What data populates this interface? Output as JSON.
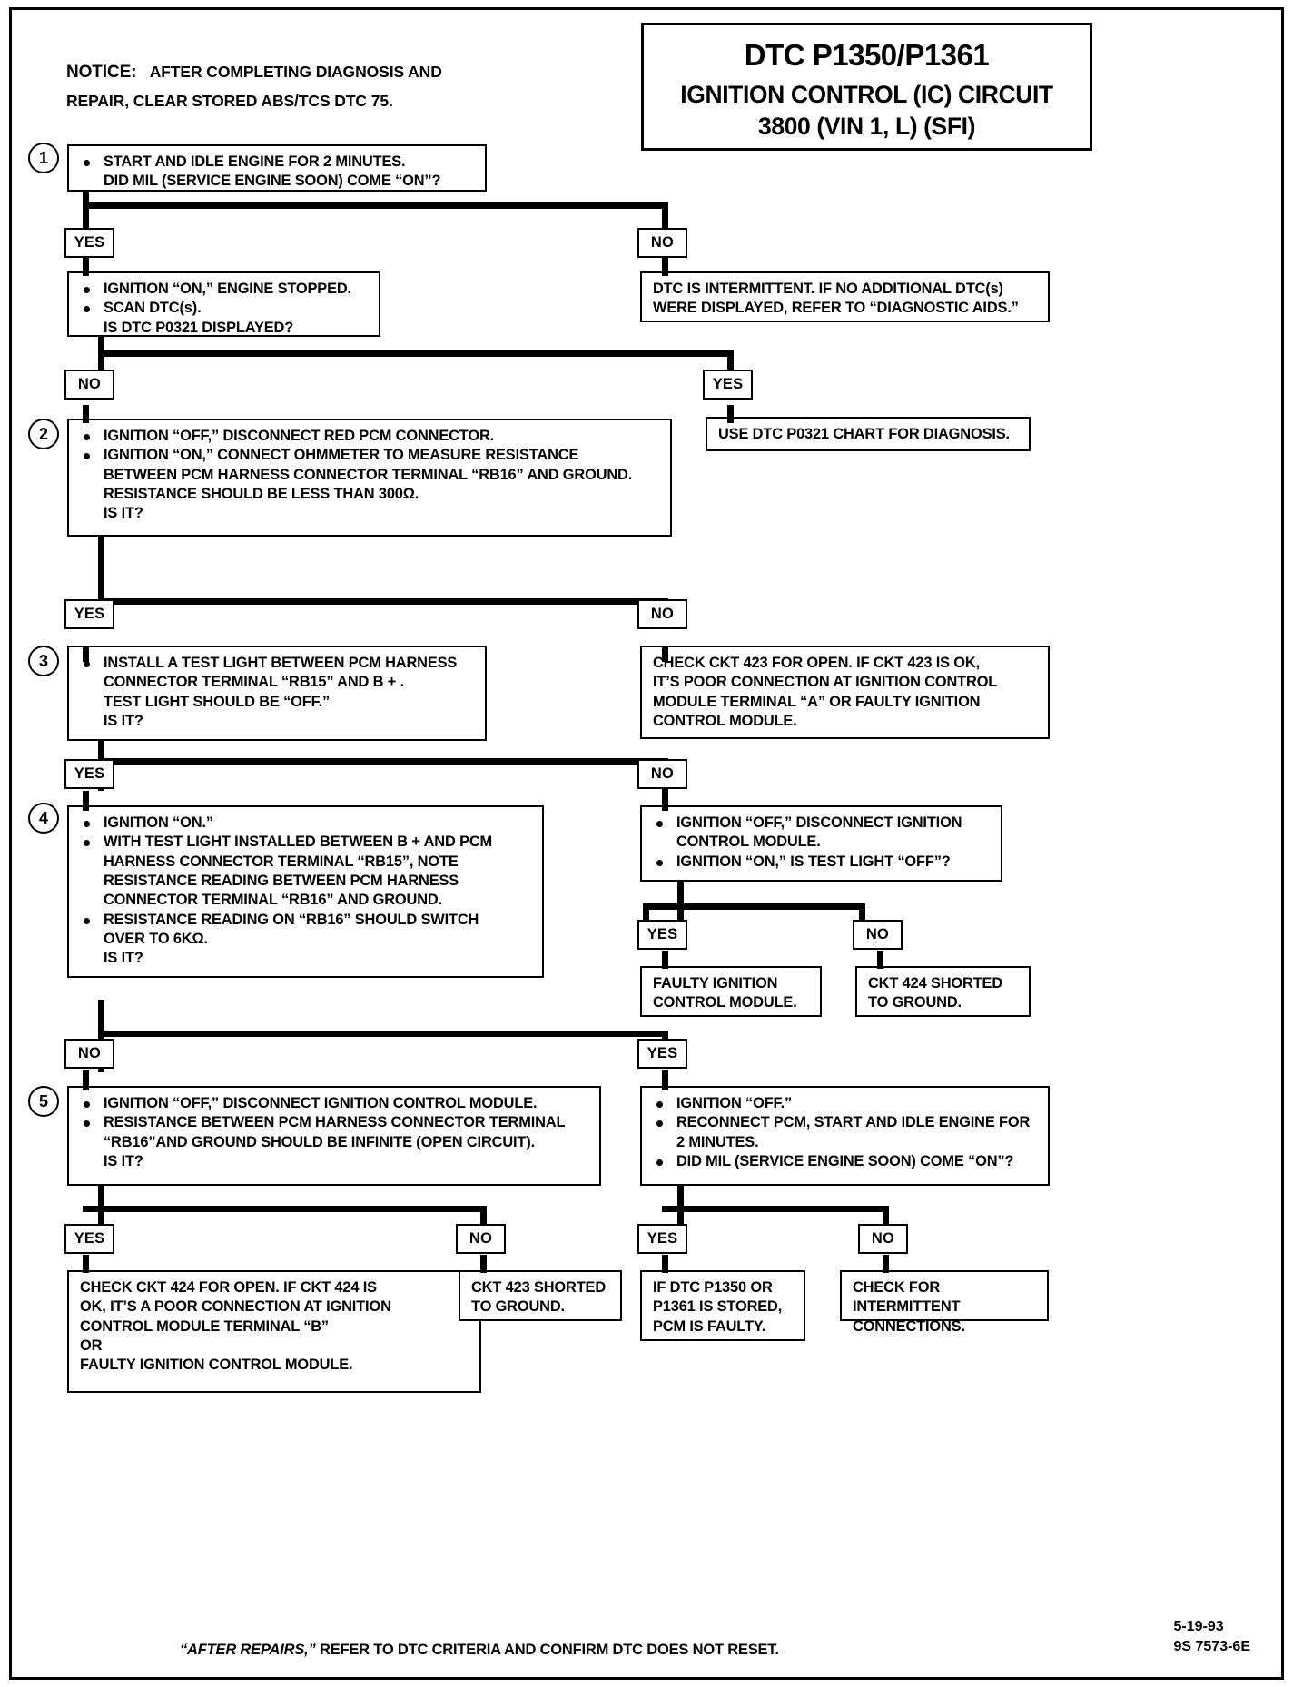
{
  "header": {
    "notice_label": "NOTICE:",
    "notice_line1": "AFTER COMPLETING DIAGNOSIS AND",
    "notice_line2": "REPAIR, CLEAR STORED ABS/TCS DTC 75.",
    "title_line1": "DTC P1350/P1361",
    "title_line2": "IGNITION CONTROL (IC) CIRCUIT",
    "title_line3": "3800  (VIN 1, L)  (SFI)"
  },
  "labels": {
    "yes": "YES",
    "no": "NO"
  },
  "steps": {
    "s1": {
      "num": "1",
      "l1": "START AND IDLE ENGINE FOR 2 MINUTES.",
      "l2": "DID MIL (SERVICE ENGINE SOON) COME “ON”?"
    },
    "s1yes": {
      "l1": "IGNITION “ON,” ENGINE STOPPED.",
      "l2": "SCAN DTC(s).",
      "l3": "IS DTC P0321 DISPLAYED?"
    },
    "s1no": {
      "l1": "DTC IS INTERMITTENT.  IF NO ADDITIONAL DTC(s)",
      "l2": "WERE DISPLAYED, REFER TO “DIAGNOSTIC AIDS.”"
    },
    "p0321": {
      "l1": "USE DTC P0321 CHART FOR DIAGNOSIS."
    },
    "s2": {
      "num": "2",
      "l1": "IGNITION “OFF,” DISCONNECT RED PCM CONNECTOR.",
      "l2": "IGNITION “ON,” CONNECT OHMMETER TO MEASURE RESISTANCE",
      "l3": "BETWEEN PCM HARNESS CONNECTOR TERMINAL “RB16” AND GROUND.",
      "l4": "RESISTANCE SHOULD BE LESS THAN 300Ω.",
      "l5": "IS IT?"
    },
    "s2no": {
      "l1": "CHECK CKT 423 FOR OPEN.  IF CKT 423 IS OK,",
      "l2": "IT’S POOR CONNECTION AT IGNITION CONTROL",
      "l3": "MODULE TERMINAL “A” OR FAULTY IGNITION",
      "l4": "CONTROL MODULE."
    },
    "s3": {
      "num": "3",
      "l1": "INSTALL A TEST LIGHT BETWEEN PCM HARNESS",
      "l2": "CONNECTOR TERMINAL “RB15” AND B + .",
      "l3": "TEST LIGHT SHOULD BE “OFF.”",
      "l4": "IS IT?"
    },
    "s4": {
      "num": "4",
      "l1": "IGNITION “ON.”",
      "l2": "WITH TEST LIGHT INSTALLED BETWEEN B + AND PCM",
      "l3": "HARNESS CONNECTOR TERMINAL “RB15”, NOTE",
      "l4": "RESISTANCE READING BETWEEN PCM HARNESS",
      "l5": "CONNECTOR TERMINAL “RB16” AND GROUND.",
      "l6": "RESISTANCE READING ON “RB16” SHOULD SWITCH",
      "l7": "OVER TO 6KΩ.",
      "l8": "IS IT?"
    },
    "s3no": {
      "l1": "IGNITION “OFF,” DISCONNECT IGNITION",
      "l2": "CONTROL MODULE.",
      "l3": "IGNITION “ON,” IS TEST LIGHT “OFF”?"
    },
    "faulty_icm": {
      "l1": "FAULTY IGNITION",
      "l2": "CONTROL MODULE."
    },
    "ckt424_short": {
      "l1": "CKT 424 SHORTED",
      "l2": "TO GROUND."
    },
    "s5": {
      "num": "5",
      "l1": "IGNITION “OFF,” DISCONNECT IGNITION CONTROL MODULE.",
      "l2": "RESISTANCE BETWEEN PCM HARNESS CONNECTOR TERMINAL",
      "l3": "“RB16”AND GROUND SHOULD BE INFINITE (OPEN CIRCUIT).",
      "l4": "IS IT?"
    },
    "s4yes": {
      "l1": "IGNITION “OFF.”",
      "l2": "RECONNECT PCM, START AND IDLE ENGINE FOR",
      "l3": "2 MINUTES.",
      "l4": "DID MIL (SERVICE ENGINE SOON) COME “ON”?"
    },
    "ckt424_open": {
      "l1": "CHECK CKT 424 FOR OPEN.  IF CKT 424 IS",
      "l2": "OK, IT’S A POOR CONNECTION AT IGNITION",
      "l3": "CONTROL MODULE TERMINAL “B”",
      "l4": "OR",
      "l5": "FAULTY IGNITION CONTROL MODULE."
    },
    "ckt423_short": {
      "l1": "CKT 423 SHORTED",
      "l2": "TO GROUND."
    },
    "pcm_faulty": {
      "l1": "IF DTC P1350 OR",
      "l2": "P1361 IS STORED,",
      "l3": "PCM IS FAULTY."
    },
    "intermittent": {
      "l1": "CHECK FOR INTERMITTENT",
      "l2": "CONNECTIONS."
    }
  },
  "footer": {
    "note_em": "“AFTER REPAIRS,”",
    "note_rest": " REFER TO DTC CRITERIA  AND CONFIRM DTC DOES NOT RESET.",
    "date": "5-19-93",
    "code": "9S 7573-6E"
  }
}
